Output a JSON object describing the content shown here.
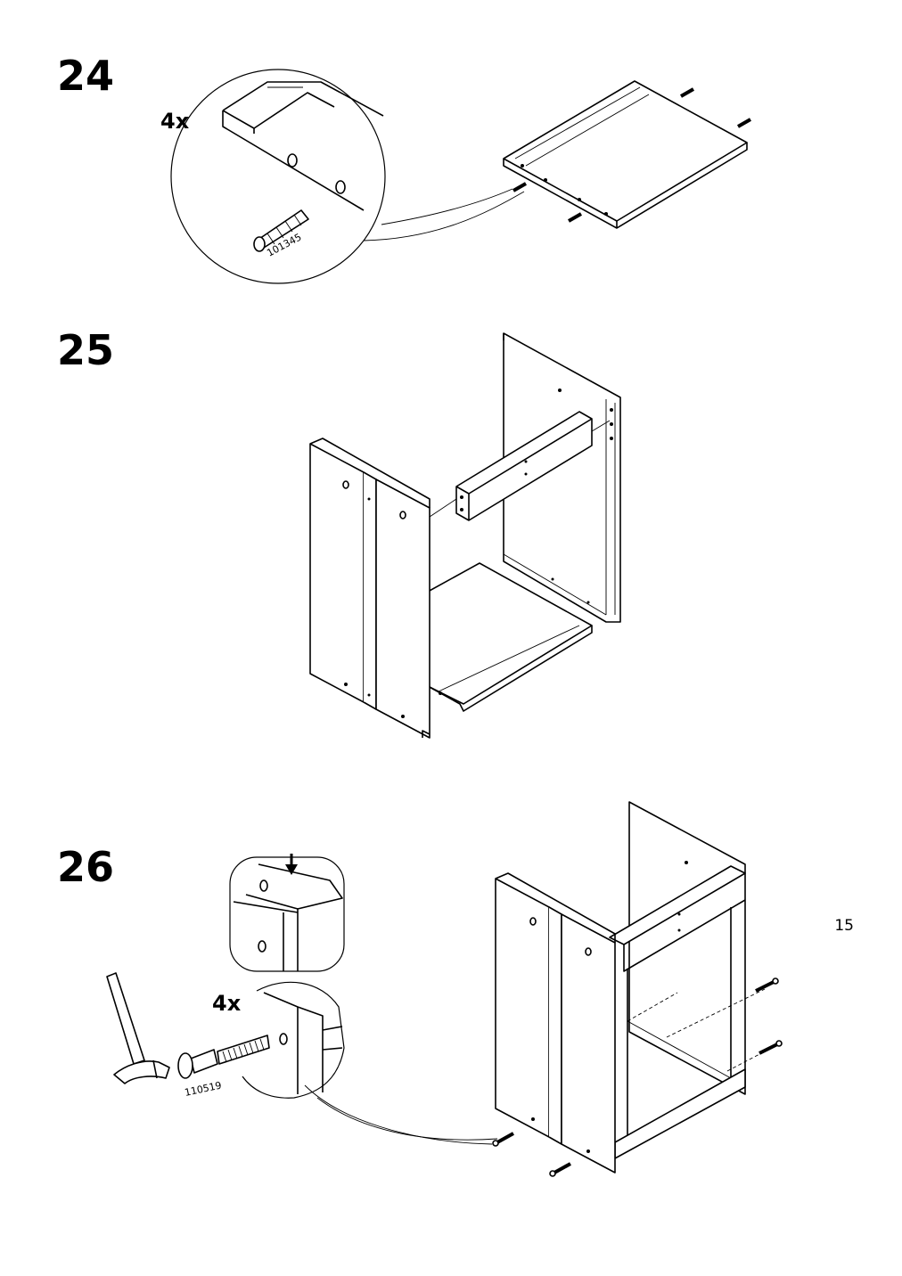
{
  "steps": [
    {
      "number": "24",
      "quantity": "4x",
      "part_number": "101345"
    },
    {
      "number": "25"
    },
    {
      "number": "26",
      "quantity": "4x",
      "part_number": "110519"
    }
  ],
  "page_number": "15",
  "icons": [
    "wooden-dowel-icon",
    "hammer-icon",
    "screw-icon",
    "arrow-down-icon"
  ]
}
